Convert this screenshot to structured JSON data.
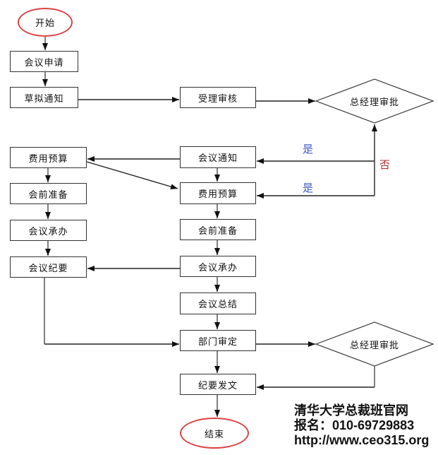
{
  "nodes": {
    "start": "开始",
    "meeting_application": "会议申请",
    "draft_notice": "草拟通知",
    "accept_review": "受理审核",
    "gm_approval_top": "总经理审批",
    "meeting_notice": "会议通知",
    "budget_left": "费用预算",
    "prep_left": "会前准备",
    "undertake_left": "会议承办",
    "minutes_left": "会议纪要",
    "budget_mid": "费用预算",
    "prep_mid": "会前准备",
    "undertake_mid": "会议承办",
    "meeting_summary": "会议总结",
    "dept_review": "部门审定",
    "minutes_publish": "纪要发文",
    "gm_approval_bottom": "总经理审批",
    "end": "结束"
  },
  "edge_labels": {
    "yes_top": "是",
    "yes_bottom": "是",
    "no": "否"
  },
  "footer": {
    "site_name": "清华大学总裁班官网",
    "enroll_phone": "报名：010-69729883",
    "website": "http://www.ceo315.org"
  },
  "colors": {
    "yes_label": "#3b5bc0",
    "no_label": "#b53030",
    "terminator_stroke": "#dd4343",
    "box_stroke": "#333333",
    "connector_gray": "#808080",
    "connector_black": "#222222"
  }
}
